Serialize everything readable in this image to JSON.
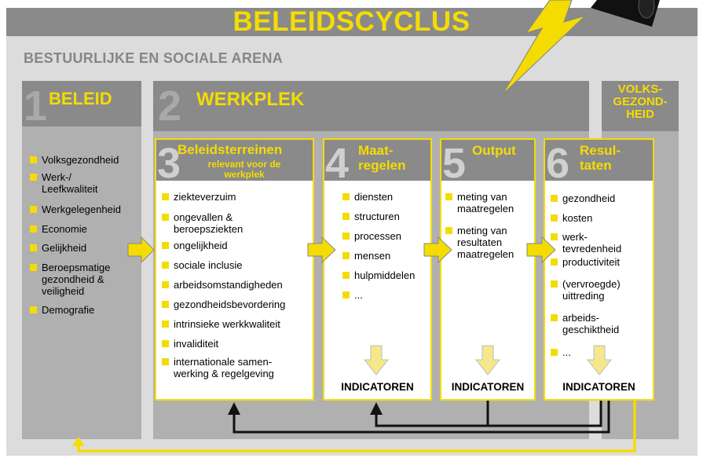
{
  "title": "BELEIDSCYCLUS",
  "arena_label": "BESTUURLIJKE EN SOCIALE ARENA",
  "col1": {
    "number": "1",
    "title": "BELEID",
    "items": [
      "Volksgezondheid",
      "Werk-/\nLeefkwaliteit",
      "Werkgelegenheid",
      "Economie",
      "Gelijkheid",
      "Beroepsmatige\ngezondheid &\nveiligheid",
      "Demografie"
    ]
  },
  "col2": {
    "number": "2",
    "title": "WERKPLEK"
  },
  "col_right": {
    "title": "VOLKS-\nGEZOND-\nHEID"
  },
  "box3": {
    "number": "3",
    "title": "Beleidsterreinen",
    "subtitle": "relevant voor de\nwerkplek",
    "items": [
      "ziekteverzuim",
      "ongevallen &\nberoepsziekten",
      "ongelijkheid",
      "sociale inclusie",
      "arbeidsomstandigheden",
      "gezondheidsbevordering",
      "intrinsieke werkkwaliteit",
      "invaliditeit",
      "internationale samen-\nwerking & regelgeving"
    ]
  },
  "box4": {
    "number": "4",
    "title": "Maat-\nregelen",
    "items": [
      "diensten",
      "structuren",
      "processen",
      "mensen",
      "hulpmiddelen",
      "..."
    ],
    "indicator": "INDICATOREN"
  },
  "box5": {
    "number": "5",
    "title": "Output",
    "items": [
      "meting van\nmaatregelen",
      "meting van\nresultaten\nmaatregelen"
    ],
    "indicator": "INDICATOREN"
  },
  "box6": {
    "number": "6",
    "title": "Resul-\ntaten",
    "items": [
      "gezondheid",
      "kosten",
      "werk-\ntevredenheid",
      "productiviteit",
      "(vervroegde)\nuittreding",
      "arbeids-\ngeschiktheid",
      "..."
    ],
    "indicator": "INDICATOREN"
  },
  "colors": {
    "yellow": "#f5dc00",
    "gray": "#8a8a8a",
    "light_gray": "#dcdcdc"
  }
}
